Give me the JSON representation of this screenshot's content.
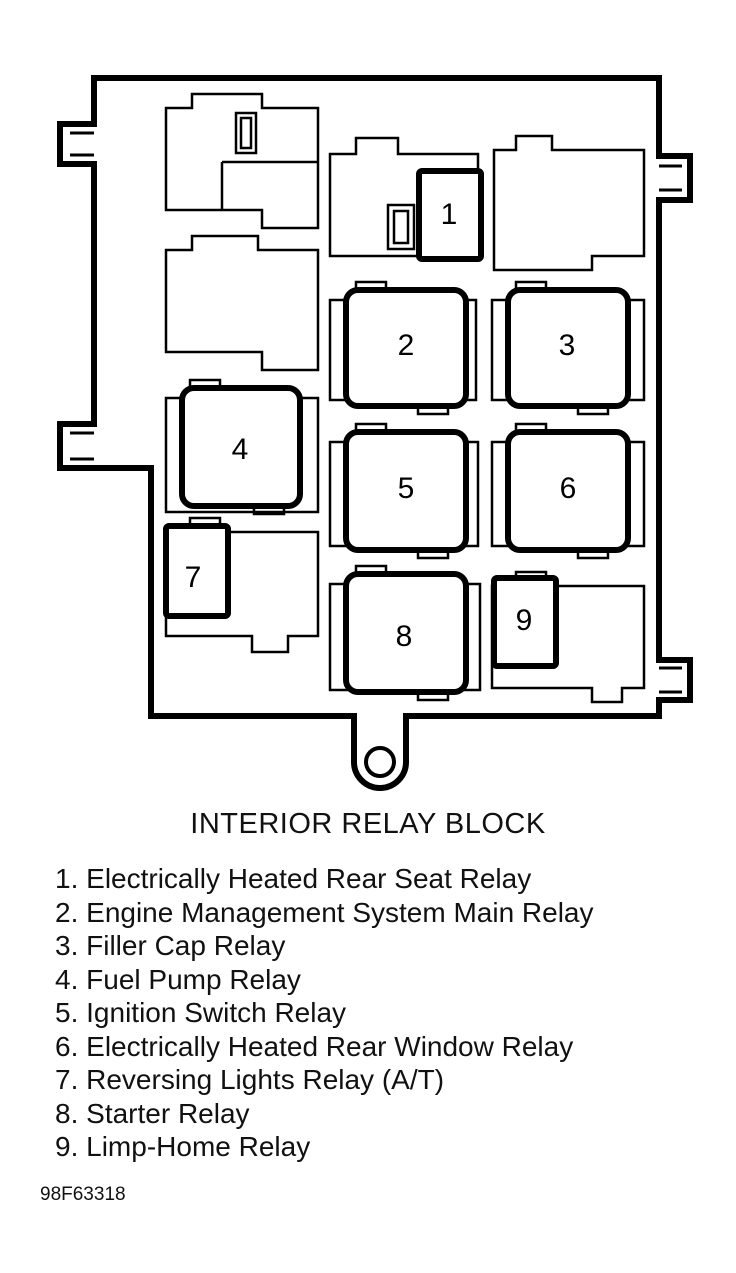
{
  "diagram": {
    "relay_labels": [
      "1",
      "2",
      "3",
      "4",
      "5",
      "6",
      "7",
      "8",
      "9"
    ]
  },
  "caption": "INTERIOR RELAY BLOCK",
  "legend": [
    {
      "num": "1.",
      "text": "Electrically Heated Rear Seat Relay"
    },
    {
      "num": "2.",
      "text": "Engine Management System Main Relay"
    },
    {
      "num": "3.",
      "text": "Filler Cap Relay"
    },
    {
      "num": "4.",
      "text": "Fuel Pump Relay"
    },
    {
      "num": "5.",
      "text": "Ignition Switch Relay"
    },
    {
      "num": "6.",
      "text": "Electrically Heated Rear Window Relay"
    },
    {
      "num": "7.",
      "text": "Reversing Lights Relay (A/T)"
    },
    {
      "num": "8.",
      "text": "Starter Relay"
    },
    {
      "num": "9.",
      "text": "Limp-Home Relay"
    }
  ],
  "figure_id": "98F63318"
}
